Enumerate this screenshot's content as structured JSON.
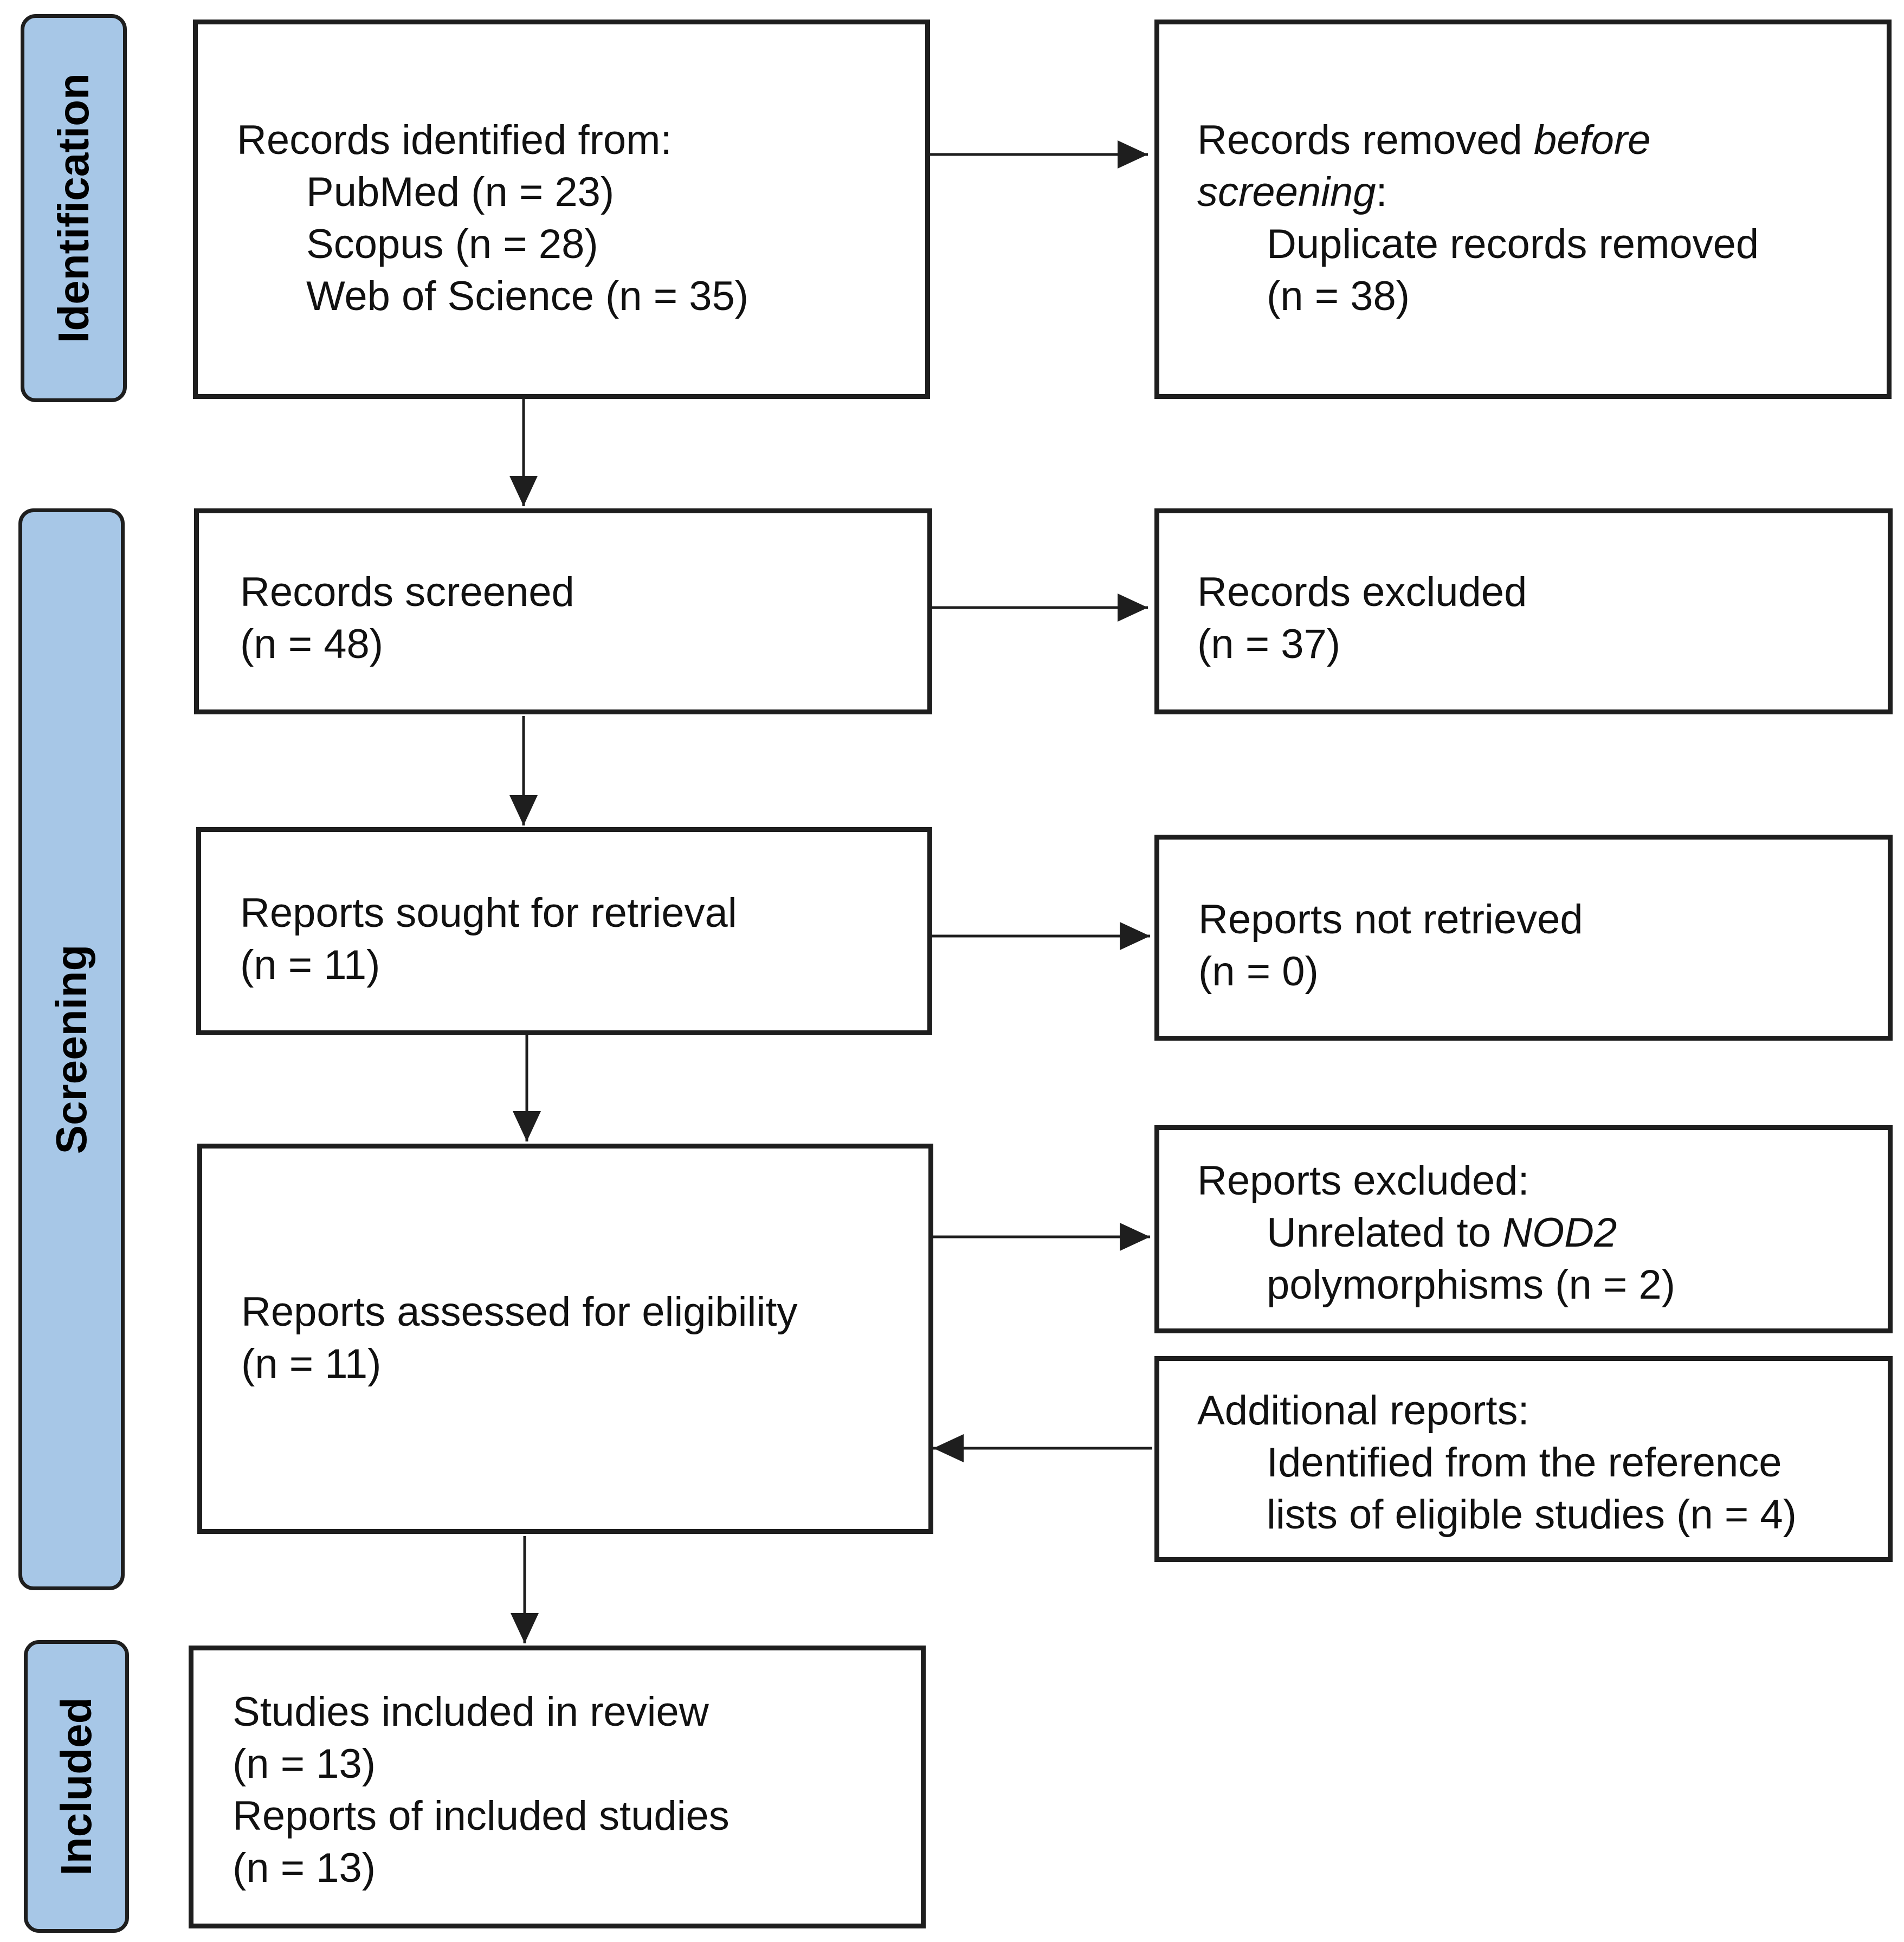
{
  "phases": {
    "identification": "Identification",
    "screening": "Screening",
    "included": "Included"
  },
  "boxes": {
    "records_identified": {
      "title": "Records identified from:",
      "pubmed": "PubMed (n = 23)",
      "scopus": "Scopus (n = 28)",
      "wos": "Web of Science (n = 35)"
    },
    "records_removed": {
      "title_pre": "Records removed ",
      "title_em1": "before",
      "title_em2": "screening",
      "title_post": ":",
      "item_line1": "Duplicate records removed",
      "item_line2": "(n = 38)"
    },
    "records_screened": {
      "title": "Records screened",
      "count": "(n = 48)"
    },
    "records_excluded": {
      "title": "Records excluded",
      "count": "(n = 37)"
    },
    "reports_sought": {
      "title": "Reports sought for retrieval",
      "count": "(n = 11)"
    },
    "reports_not_retrieved": {
      "title": "Reports not retrieved",
      "count": "(n = 0)"
    },
    "reports_assessed": {
      "title": "Reports assessed for eligibility",
      "count": "(n = 11)"
    },
    "reports_excluded": {
      "title": "Reports excluded:",
      "item_line1_pre": "Unrelated to ",
      "item_line1_em": "NOD2",
      "item_line2": "polymorphisms (n = 2)"
    },
    "additional_reports": {
      "title": "Additional reports:",
      "item_line1": "Identified from the reference",
      "item_line2": "lists of eligible studies (n = 4)"
    },
    "studies_included": {
      "line1": "Studies included in review",
      "line2": "(n = 13)",
      "line3": "Reports of included studies",
      "line4": "(n = 13)"
    }
  },
  "colors": {
    "phase_fill": "#a7c7e7",
    "stroke": "#1e1e1e",
    "background": "#ffffff"
  }
}
